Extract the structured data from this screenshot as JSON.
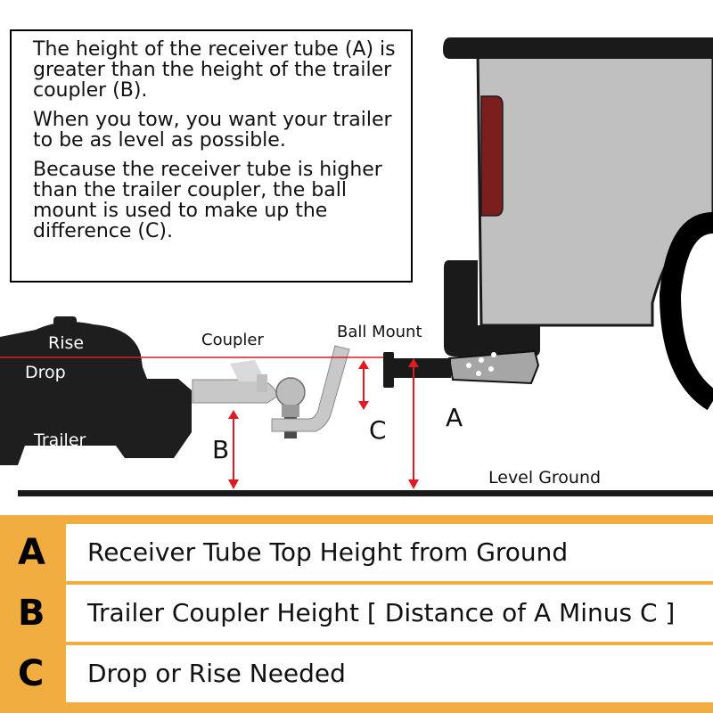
{
  "description": {
    "paragraphs": [
      "The height of the receiver tube (A) is greater than the height of the trailer coupler (B).",
      "When you tow, you want your trailer to be as level as possible.",
      "Because the receiver tube is higher than the trailer coupler, the ball mount is used to make up the difference (C)."
    ]
  },
  "labels": {
    "rise": "Rise",
    "drop": "Drop",
    "trailer": "Trailer",
    "coupler": "Coupler",
    "ball_mount": "Ball Mount",
    "level_ground": "Level Ground",
    "marker_a": "A",
    "marker_b": "B",
    "marker_c": "C"
  },
  "legend": [
    {
      "letter": "A",
      "text": "Receiver Tube Top Height from Ground"
    },
    {
      "letter": "B",
      "text": "Trailer Coupler Height [ Distance of A Minus C ]"
    },
    {
      "letter": "C",
      "text": "Drop or Rise Needed"
    }
  ],
  "colors": {
    "accent": "#f2ad40",
    "arrow": "#e01a22",
    "truck_body": "#c0c0c0",
    "tail_light": "#7d1e1e",
    "trailer": "#1e1e1e"
  }
}
